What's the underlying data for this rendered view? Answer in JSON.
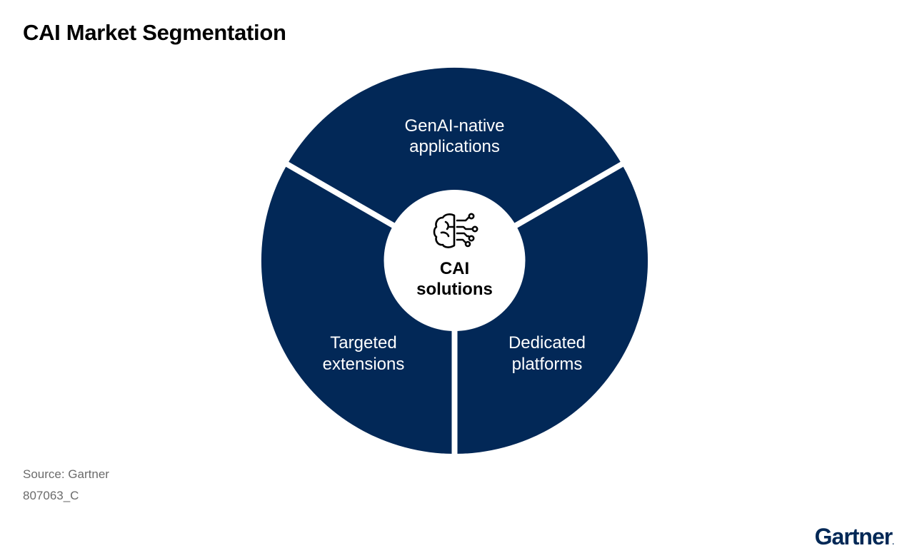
{
  "title": "CAI Market Segmentation",
  "diagram": {
    "center": {
      "icon": "brain-circuit-icon",
      "line1": "CAI",
      "line2": "solutions"
    },
    "segments": [
      {
        "line1": "GenAI-native",
        "line2": "applications"
      },
      {
        "line1": "Targeted",
        "line2": "extensions"
      },
      {
        "line1": "Dedicated",
        "line2": "platforms"
      }
    ]
  },
  "colors": {
    "segment_fill": "#022857",
    "background": "#ffffff",
    "text_on_segment": "#ffffff",
    "footnote": "#6b6b6b"
  },
  "footer": {
    "source": "Source: Gartner",
    "doc_id": "807063_C"
  },
  "brand": {
    "logo_text": "Gartner",
    "logo_mark": "."
  }
}
